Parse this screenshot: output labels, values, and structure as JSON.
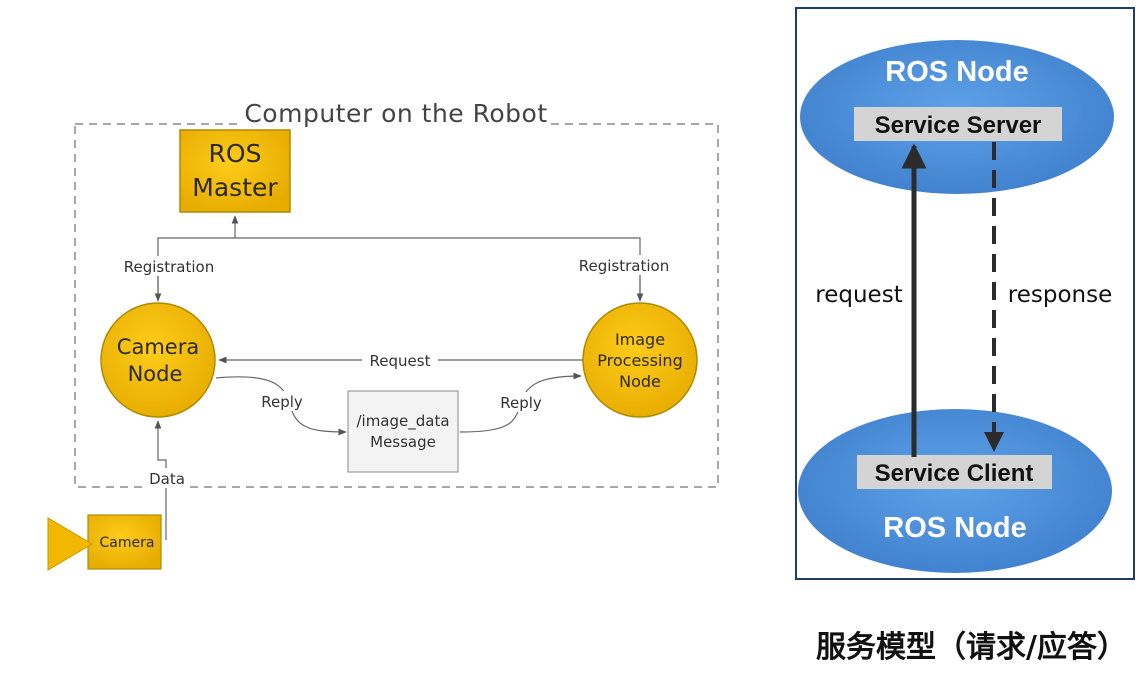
{
  "left_diagram": {
    "title": "Computer on the Robot",
    "ros_master": {
      "line1": "ROS",
      "line2": "Master"
    },
    "camera_node": {
      "line1": "Camera",
      "line2": "Node"
    },
    "image_processing_node": {
      "line1": "Image",
      "line2": "Processing",
      "line3": "Node"
    },
    "message_box": {
      "line1": "/image_data",
      "line2": "Message"
    },
    "camera": "Camera",
    "labels": {
      "registration_left": "Registration",
      "registration_right": "Registration",
      "request": "Request",
      "reply_left": "Reply",
      "reply_right": "Reply",
      "data": "Data"
    },
    "colors": {
      "node_fill": "#F2B800",
      "node_stroke": "#B08A00",
      "box_fill": "#F3F3F3"
    }
  },
  "right_diagram": {
    "top_node_label": "ROS Node",
    "service_server": "Service Server",
    "bottom_node_label": "ROS Node",
    "service_client": "Service Client",
    "request_label": "request",
    "response_label": "response",
    "colors": {
      "ellipse_fill": "#4A8FD9",
      "frame": "#1F3C6E",
      "label_box": "#D4D4D4"
    }
  },
  "caption": "服务模型（请求/应答）"
}
